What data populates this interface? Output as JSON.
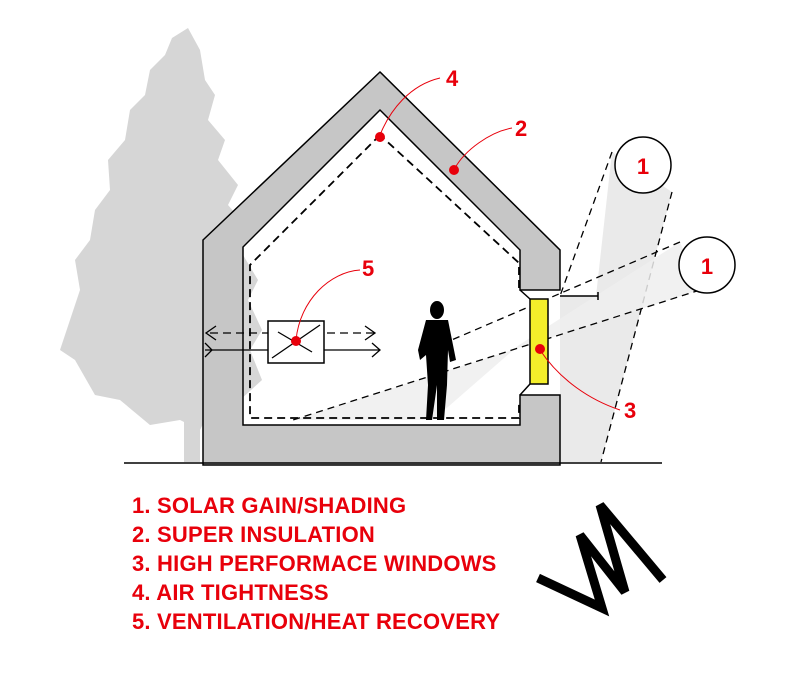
{
  "callouts": {
    "solar_gain_1": "1",
    "solar_gain_2": "1",
    "super_insulation": "2",
    "windows": "3",
    "air_tightness": "4",
    "ventilation": "5"
  },
  "legend": [
    "1. SOLAR GAIN/SHADING",
    "2. SUPER INSULATION",
    "3. HIGH PERFORMACE WINDOWS",
    "4. AIR TIGHTNESS",
    "5. VENTILATION/HEAT RECOVERY"
  ],
  "icons": {
    "tree": "tree-icon",
    "person": "person-silhouette-icon",
    "hrv": "heat-recovery-unit-icon",
    "logo": "w-monogram-logo"
  },
  "colors": {
    "wall": "#c6c6c6",
    "accent": "#e8000b",
    "window": "#f4ee2a",
    "tree": "#d6d6d6",
    "sun": "#eeeeee"
  }
}
